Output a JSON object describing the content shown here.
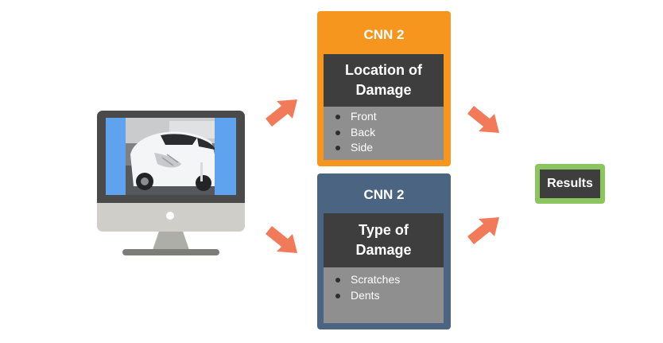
{
  "cnn_top": {
    "title": "CNN 2",
    "heading_line1": "Location of",
    "heading_line2": "Damage",
    "items": [
      "Front",
      "Back",
      "Side"
    ]
  },
  "cnn_bottom": {
    "title": "CNN 2",
    "heading_line1": "Type of",
    "heading_line2": "Damage",
    "items": [
      "Scratches",
      "Dents"
    ]
  },
  "results": {
    "label": "Results"
  },
  "colors": {
    "cnn_top_bg": "#f7961e",
    "cnn_bottom_bg": "#4b6482",
    "results_bg": "#8cc560",
    "arrow": "#f07a5a",
    "heading_bg": "#3e3e3e",
    "list_bg": "#8f8f8f",
    "screen_bg": "#5fa3ef"
  },
  "icons": {
    "monitor": "desktop-monitor-icon",
    "car_photo": "damaged-car-photo",
    "arrow": "flow-arrow-icon"
  }
}
